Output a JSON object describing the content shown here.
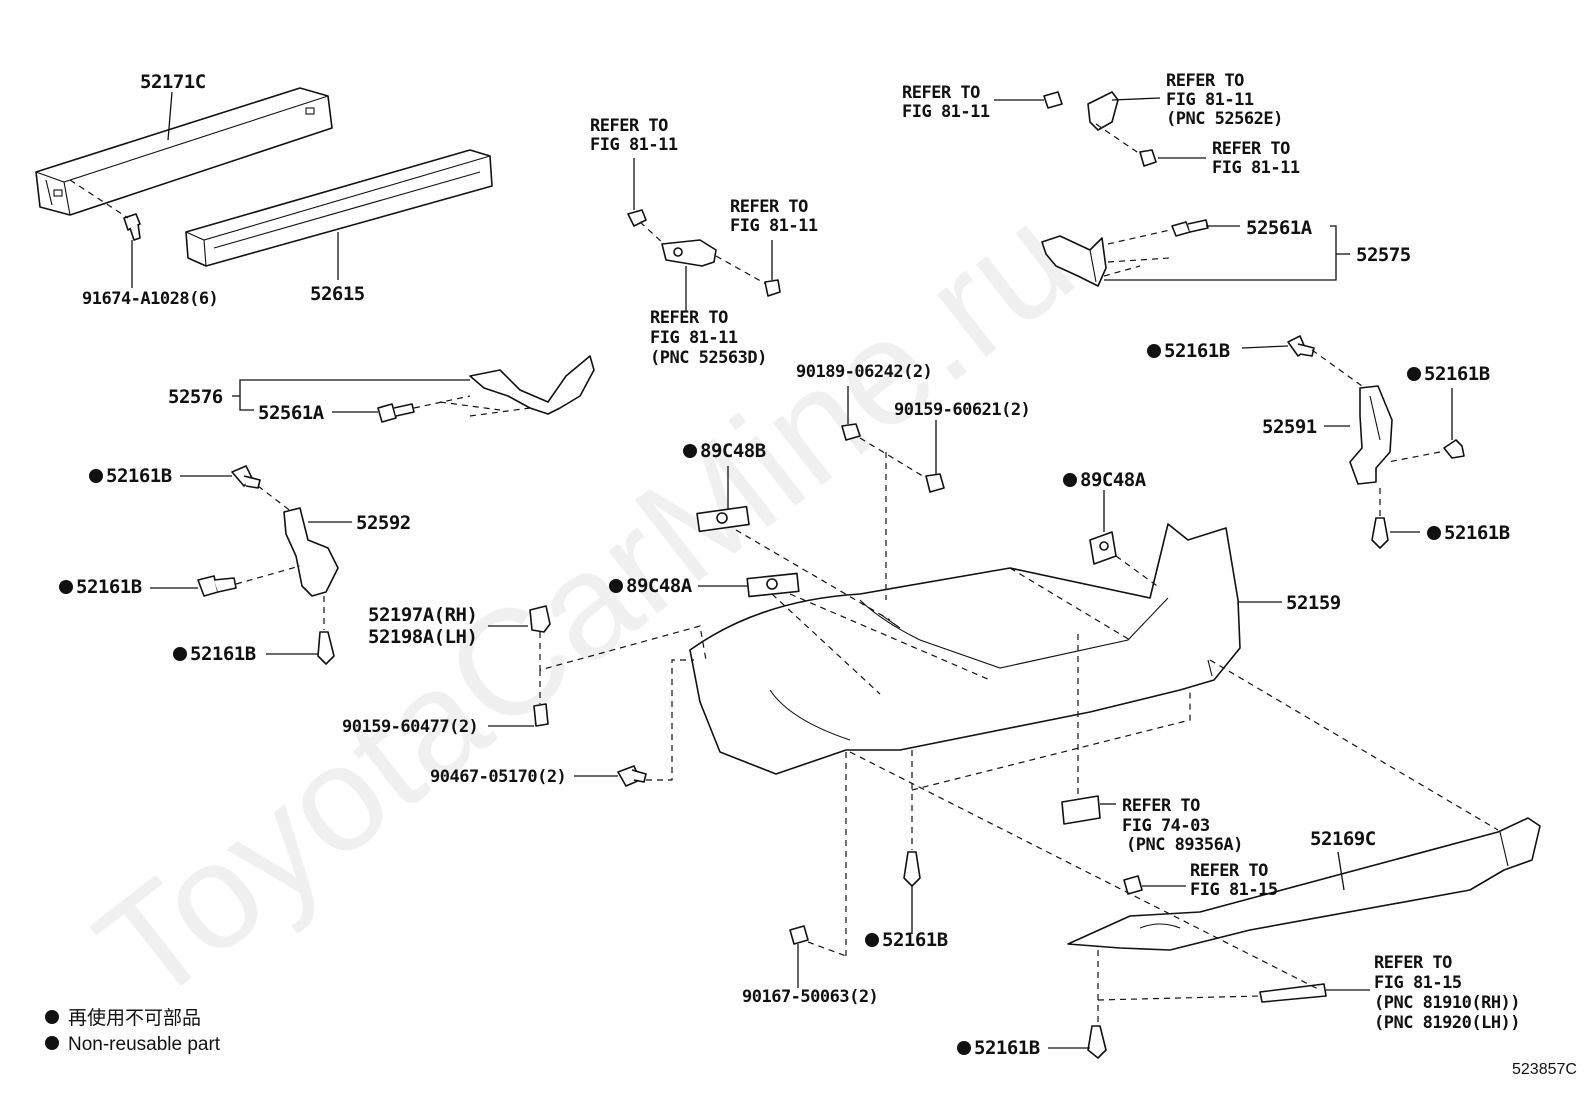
{
  "watermark": "ToyotaCarMine.ru",
  "figure_code": "523857C",
  "legend": {
    "line_jp": "再使用不可部品",
    "line_en": "Non-reusable part"
  },
  "labels": {
    "p52171C": "52171C",
    "p91674": "91674-A1028(6)",
    "p52615": "52615",
    "ref_a1": "REFER TO",
    "ref_a2": "FIG 81-11",
    "ref_b1": "REFER TO",
    "ref_b2": "FIG 81-11",
    "ref_c1": "REFER TO",
    "ref_c2": "FIG 81-11",
    "ref_c3": "(PNC 52563D)",
    "ref_d1": "REFER TO",
    "ref_d2": "FIG 81-11",
    "ref_e1": "REFER TO",
    "ref_e2": "FIG 81-11",
    "ref_e3": "(PNC 52562E)",
    "ref_f1": "REFER TO",
    "ref_f2": "FIG 81-11",
    "p52561A_r": "52561A",
    "p52575": "52575",
    "p52576": "52576",
    "p52561A_l": "52561A",
    "p90189": "90189-06242(2)",
    "p90159a": "90159-60621(2)",
    "p52161B_r1": "52161B",
    "p52161B_r2": "52161B",
    "p52591": "52591",
    "p52161B_r3": "52161B",
    "p89C48B": "89C48B",
    "p89C48A_r": "89C48A",
    "p52161B_l1": "52161B",
    "p52592": "52592",
    "p52161B_l2": "52161B",
    "p89C48A_c": "89C48A",
    "p52159": "52159",
    "p52197A": "52197A(RH)",
    "p52198A": "52198A(LH)",
    "p52161B_l3": "52161B",
    "p90159b": "90159-60477(2)",
    "p90467": "90467-05170(2)",
    "ref_g1": "REFER TO",
    "ref_g2": "FIG 74-03",
    "ref_g3": "(PNC 89356A)",
    "p52169C": "52169C",
    "ref_h1": "REFER TO",
    "ref_h2": "FIG 81-15",
    "p52161B_c": "52161B",
    "p90167": "90167-50063(2)",
    "ref_i1": "REFER TO",
    "ref_i2": "FIG 81-15",
    "ref_i3": "(PNC 81910(RH))",
    "ref_i4": "(PNC 81920(LH))",
    "p52161B_b": "52161B"
  }
}
